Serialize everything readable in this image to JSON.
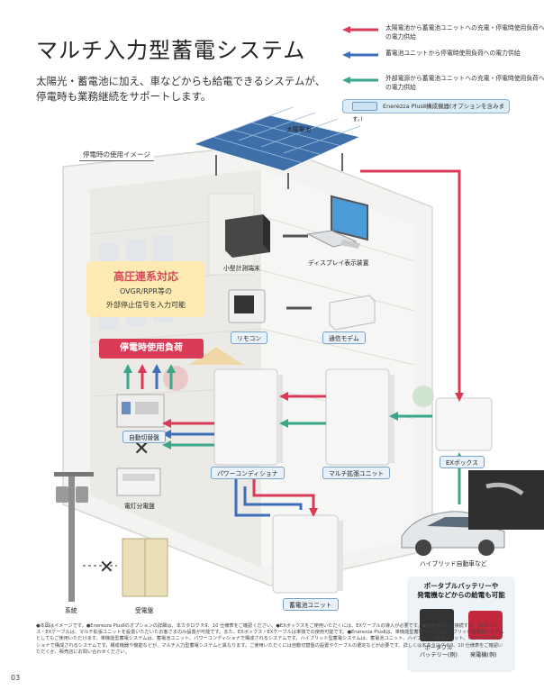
{
  "title": "マルチ入力型蓄電システム",
  "subtitle": "太陽光・蓄電池に加え、車などからも給電できるシステムが、停電時も業務継続をサポートします。",
  "legend": {
    "red": "太陽電池から蓄電池ユニットへの充電・停電時使用負荷への電力供給",
    "blue": "蓄電池ユニットから停電時使用負荷への電力供給",
    "green": "外部電源から蓄電池ユニットへの充電・停電時使用負荷への電力供給",
    "box": "Enerezza PlusⅡ構成機器(オプションを含みます。)",
    "colors": {
      "red": "#d93b57",
      "blue": "#3d6fb8",
      "green": "#3aa68a"
    }
  },
  "diagram": {
    "usage_label": "停電時の使用イメージ",
    "solar": "太陽電池",
    "meter": "小型計測端末",
    "display": "ディスプレイ表示装置",
    "remote": "リモコン",
    "modem": "通信モデム",
    "callout_title": "高圧連系対応",
    "callout_line1": "OVGR/RPR等の",
    "callout_line2": "外部停止信号を入力可能",
    "load": "停電時使用負荷",
    "auto_switch": "自動切替盤",
    "lighting_panel": "電灯分電盤",
    "power_conditioner": "パワーコンディショナ",
    "multi_unit": "マルチ拡張ユニット",
    "ex_box": "EXボックス",
    "grid": "系統",
    "substation": "受電盤",
    "battery": "蓄電池ユニット",
    "hybrid_car": "ハイブリッド自動車など",
    "portable_title_1": "ポータブルバッテリーや",
    "portable_title_2": "発電機などからの給電も可能",
    "portable_battery_1": "ポータブル",
    "portable_battery_2": "バッテリー(例)",
    "generator": "発電機(例)"
  },
  "notes": "●本図はイメージです。●Enerezza PlusⅡのオプションの詳細は、本カタログ P.9、10 仕様表をご確認ください。●EXボックスをご使用いただくには、EXケーブルの導入が必要です。●自動車などに接続する、EXボックス・EXケーブルは、マルチ拡張ユニットを設置いただいたお客さまのみ設置が可能です。また、EXボックス・EXケーブルは単独での使用可能です。●Enerezza PlusⅡは、単機能型蓄電システム/ハイブリッド型蓄電システムとしてもご使用いただけます。単機能型蓄電システムは、蓄電池ユニット、パワーコンディショナで構成されるシステムです。ハイブリッド型蓄電システムは、蓄電池ユニット、ハイブリッド拡張ユニット、パワーコンディショナで構成されるシステムです。構成機器や機能などが、マルチ入力型蓄電システムと異なります。ご使用いただくには自動切替盤の設置やケーブルの選定などが必要です。詳しくは本カタログ P.9、10 仕様表をご確認いただくか、販売店にお問い合わせください。",
  "page_number": "03"
}
